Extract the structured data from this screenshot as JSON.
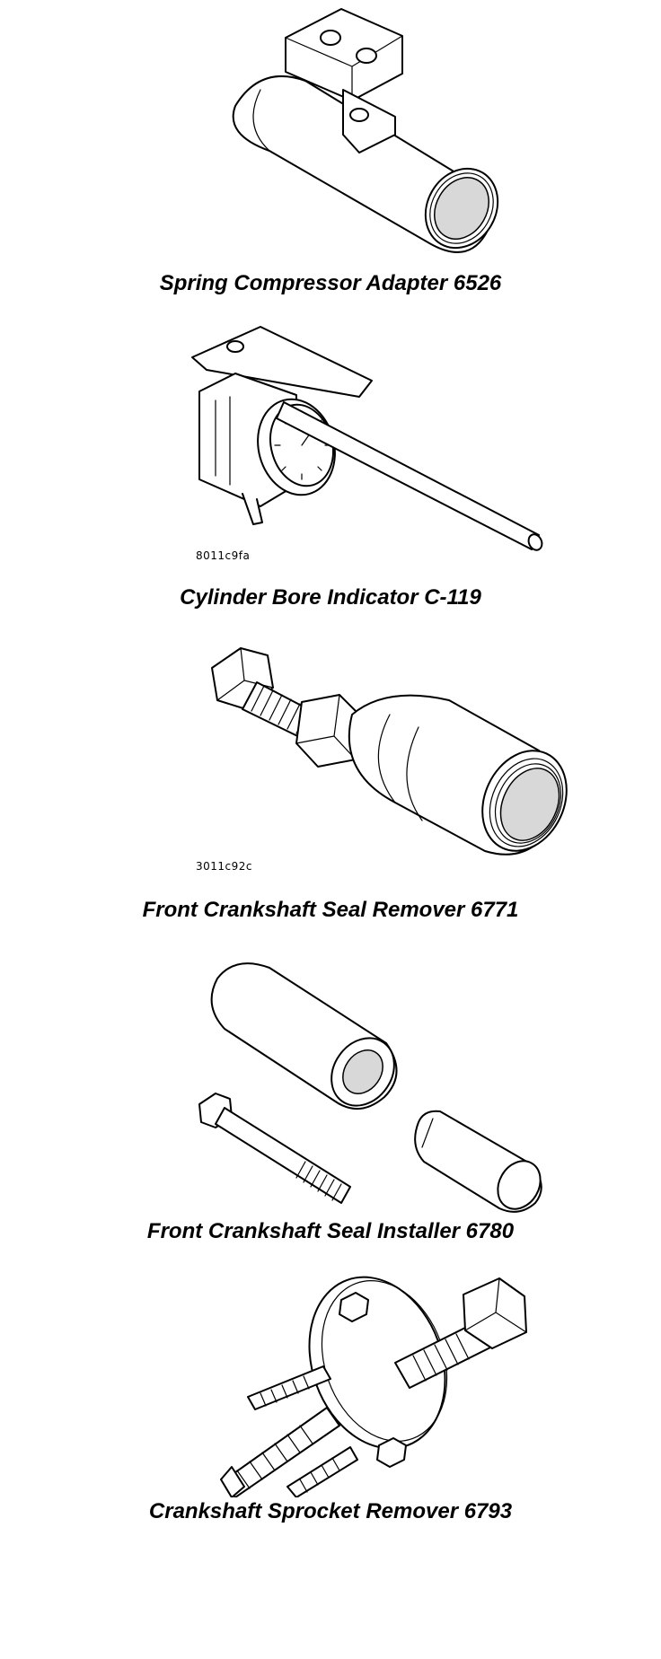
{
  "tools": [
    {
      "caption": "Spring Compressor Adapter 6526",
      "code": ""
    },
    {
      "caption": "Cylinder Bore Indicator C-119",
      "code": "8011c9fa"
    },
    {
      "caption": "Front Crankshaft Seal Remover 6771",
      "code": "3011c92c"
    },
    {
      "caption": "Front Crankshaft Seal Installer 6780",
      "code": ""
    },
    {
      "caption": "Crankshaft Sprocket Remover 6793",
      "code": ""
    }
  ]
}
